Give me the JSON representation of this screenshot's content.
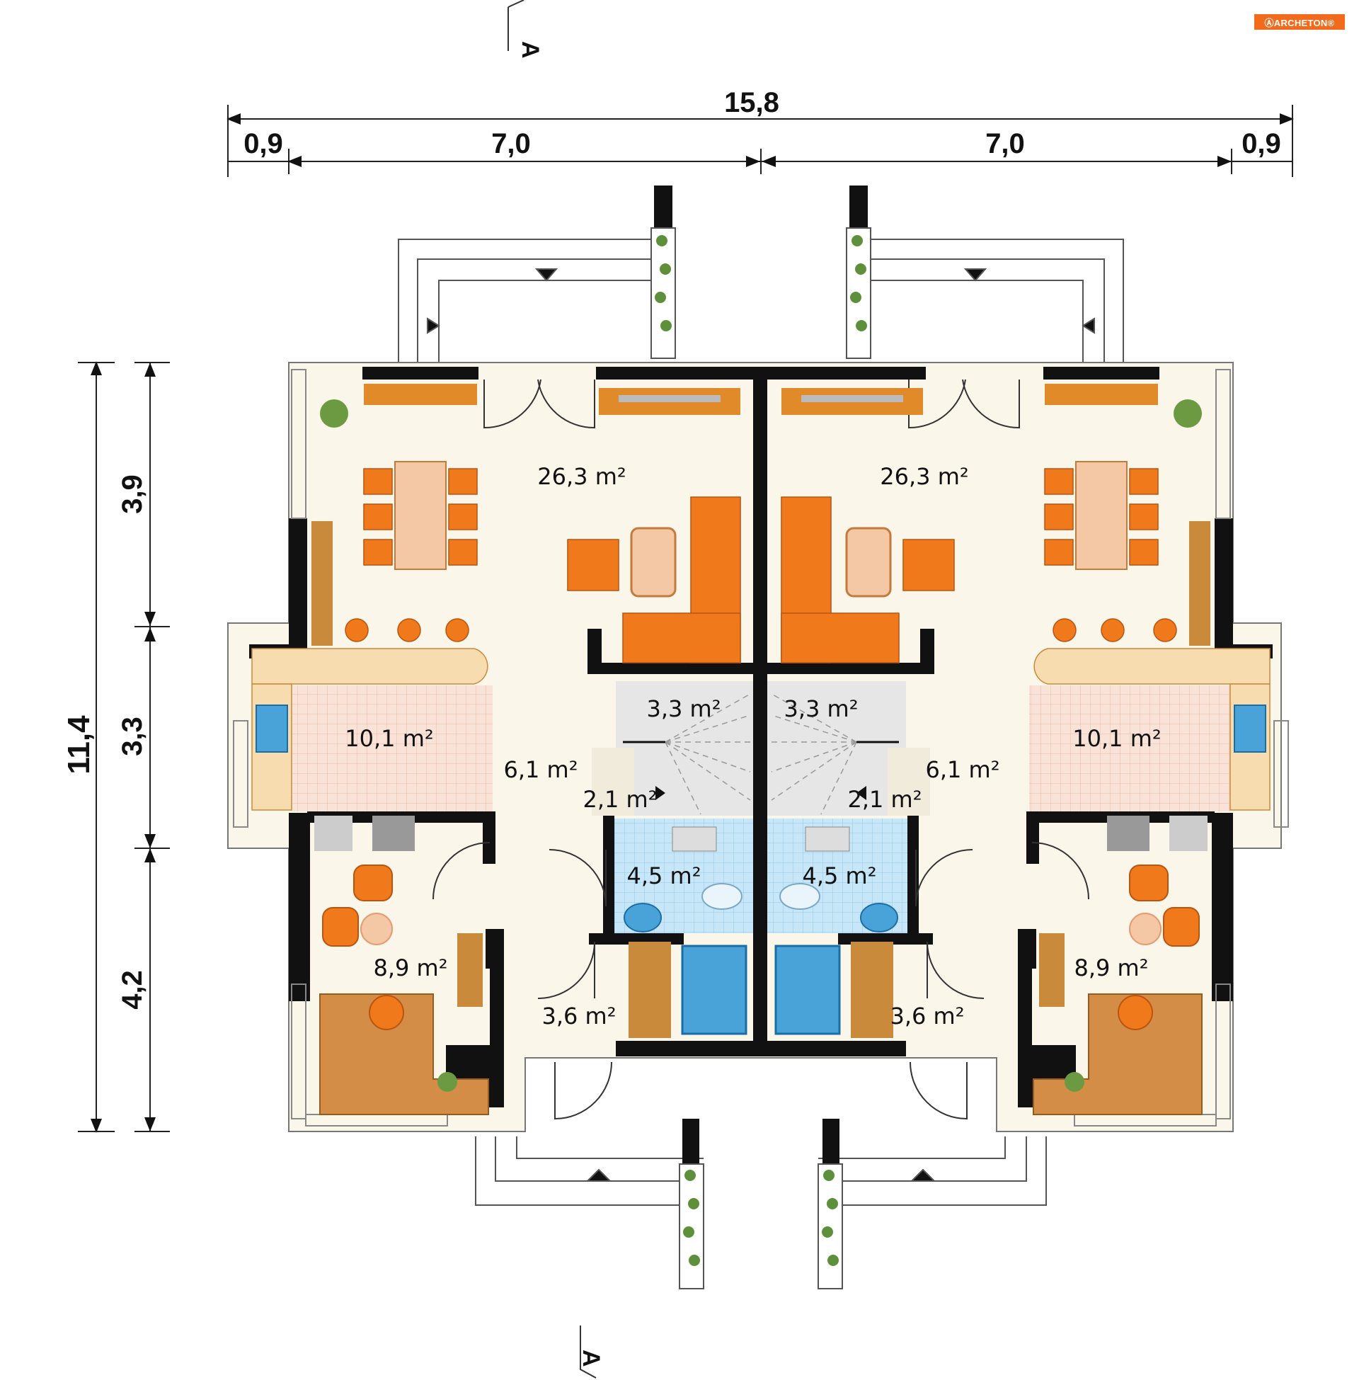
{
  "brand": {
    "logo_text": "ⒶARCHETON®",
    "accent": "#f26a1b"
  },
  "section_marker": "A",
  "dimensions": {
    "overall_width": "15,8",
    "left_offset": "0,9",
    "left_unit": "7,0",
    "right_unit": "7,0",
    "right_offset": "0,9",
    "overall_depth": "11,4",
    "depth_front": "3,9",
    "depth_middle": "3,3",
    "depth_back": "4,2"
  },
  "rooms": {
    "living_left": "26,3 m²",
    "living_right": "26,3 m²",
    "kitchen_left": "10,1 m²",
    "kitchen_right": "10,1 m²",
    "stairs_left": "3,3 m²",
    "stairs_right": "3,3 m²",
    "hall_left": "6,1 m²",
    "hall_right": "6,1 m²",
    "landing_left": "2,1 m²",
    "landing_right": "2,1 m²",
    "bath_left": "4,5 m²",
    "bath_right": "4,5 m²",
    "office_left": "8,9 m²",
    "office_right": "8,9 m²",
    "entry_left": "3,6 m²",
    "entry_right": "3,6 m²"
  },
  "colors": {
    "wall": "#111111",
    "floor": "#fbf6ea",
    "furniture": "#f0791c",
    "wood": "#c98a3c",
    "tile_bath": "#bfe0f5",
    "tile_kitchen": "#f6d6c9",
    "stairs": "#e6e6e6"
  }
}
